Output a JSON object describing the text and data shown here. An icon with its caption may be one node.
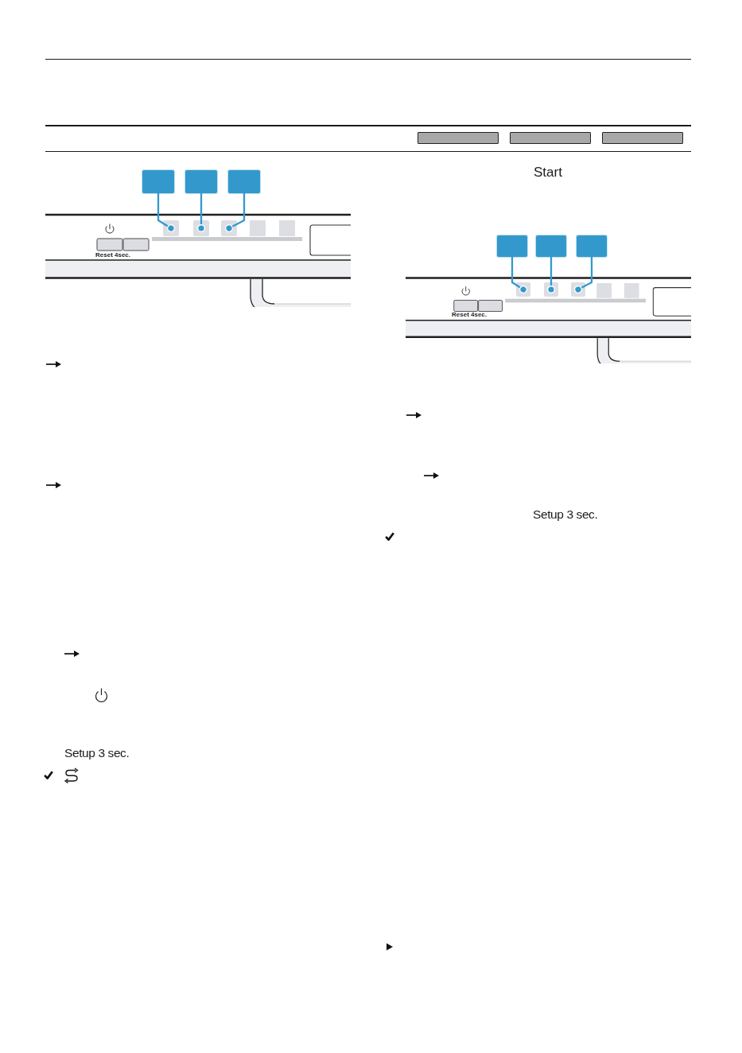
{
  "diagram": {
    "nodes": [
      {
        "text": [],
        "shape": "box"
      },
      {
        "text": [],
        "shape": "box"
      },
      {
        "text": [],
        "shape": "box"
      },
      {
        "text": [],
        "shape": "box"
      },
      {
        "text": [],
        "shape": "box"
      },
      {
        "text": [],
        "shape": "box"
      },
      {
        "text": [],
        "shape": "box"
      },
      {
        "text": [],
        "shape": "box"
      },
      {
        "text": [],
        "shape": "box"
      },
      {
        "text": [],
        "shape": "box"
      },
      {
        "text": [],
        "shape": "box"
      },
      {
        "text": [],
        "shape": "box"
      }
    ],
    "edges": [
      {
        "from": 0,
        "to": 3,
        "arrow": "other"
      },
      {
        "from": 1,
        "to": 4,
        "arrow": "other"
      },
      {
        "from": 2,
        "to": 5,
        "arrow": "other"
      },
      {
        "from": 6,
        "to": 9,
        "arrow": "other"
      },
      {
        "from": 7,
        "to": 10,
        "arrow": "other"
      },
      {
        "from": 8,
        "to": 11,
        "arrow": "other"
      }
    ],
    "labels": [
      "Reset 4sec.",
      "Setup 3 sec.",
      "Start",
      "Reset 4sec.",
      "Setup 3 sec."
    ]
  }
}
